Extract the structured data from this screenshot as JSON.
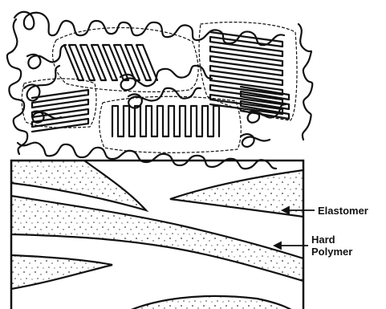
{
  "figure": {
    "top_panel": {
      "content": "entangled chains with folded crystalline lamellae"
    },
    "bottom_panel": {
      "content": "phase-separated regions"
    },
    "labels": {
      "elastomer": "Elastomer",
      "hard_polymer_line1": "Hard",
      "hard_polymer_line2": "Polymer"
    },
    "colors": {
      "ink": "#111111",
      "background": "#ffffff",
      "dots": "#333333"
    }
  }
}
